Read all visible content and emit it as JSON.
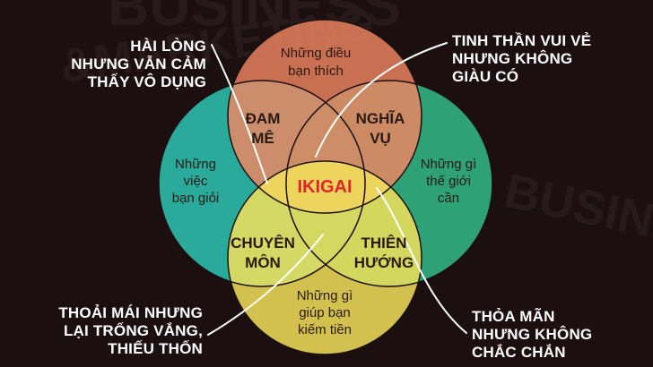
{
  "colors": {
    "background": "#1c0f10",
    "top_circle": "#ef8661",
    "left_circle": "#2bb3a3",
    "right_circle": "#2faa7c",
    "bottom_circle": "#f2e05a",
    "center_text": "#e0262c",
    "note_text": "#ffffff"
  },
  "circles": {
    "top": [
      "Những điều",
      "bạn thích"
    ],
    "left": [
      "Những",
      "việc",
      "bạn giỏi"
    ],
    "right": [
      "Những gì",
      "thế giới",
      "cần"
    ],
    "bottom": [
      "Những gì",
      "giúp bạn",
      "kiếm tiền"
    ]
  },
  "overlaps": {
    "top_left": [
      "ĐAM",
      "MÊ"
    ],
    "top_right": [
      "NGHĨA",
      "VỤ"
    ],
    "bottom_left": [
      "CHUYÊN",
      "MÔN"
    ],
    "bottom_right": [
      "THIÊN",
      "HƯỚNG"
    ]
  },
  "center": "IKIGAI",
  "notes": {
    "top_left": "HÀI LÒNG\nNHƯNG VẪN CẢM\nTHẤY VÔ DỤNG",
    "top_right": "TINH THẦN VUI VẺ\nNHƯNG KHÔNG\nGIÀU CÓ",
    "bottom_left": "THOẢI MÁI NHƯNG\nLẠI TRỐNG VẮNG,\nTHIẾU THỐN",
    "bottom_right": "THỎA MÃN\nNHƯNG KHÔNG\nCHẮC CHẮN"
  },
  "watermark": [
    "BUSINESS",
    "&MARKETING",
    "BUSINESS"
  ]
}
